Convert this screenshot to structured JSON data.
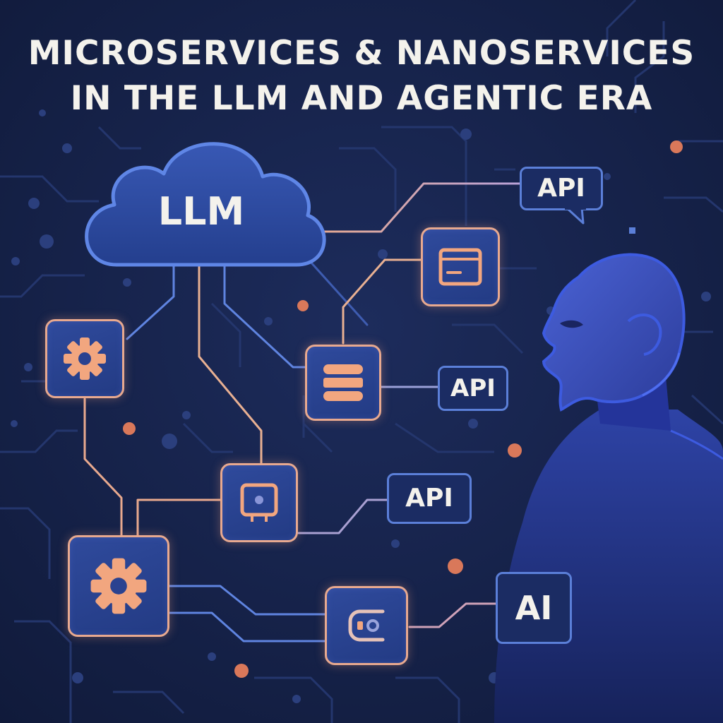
{
  "title": {
    "line1": "MICROSERVICES & NANOSERVICES",
    "line2": "IN THE LLM AND AGENTIC ERA"
  },
  "cloud": {
    "label": "LLM",
    "icon": "cloud-icon"
  },
  "services": [
    {
      "id": "gear-small",
      "icon": "gear-icon"
    },
    {
      "id": "gear-large",
      "icon": "gear-icon"
    },
    {
      "id": "database",
      "icon": "database-icon"
    },
    {
      "id": "browser-window",
      "icon": "browser-window-icon"
    },
    {
      "id": "chip",
      "icon": "chip-icon"
    },
    {
      "id": "connector",
      "icon": "connector-icon"
    }
  ],
  "badges": {
    "api_top": "API",
    "api_middle": "API",
    "api_lower": "API",
    "ai": "AI"
  },
  "agent": {
    "icon": "human-head-silhouette-icon"
  },
  "colors": {
    "background": "#142044",
    "node_border": "#e8a98f",
    "icon_accent": "#f2a67f",
    "badge_border": "#5b7fd8",
    "cloud_fill": "#2a4a9e",
    "dot_accent": "#d9785a"
  }
}
